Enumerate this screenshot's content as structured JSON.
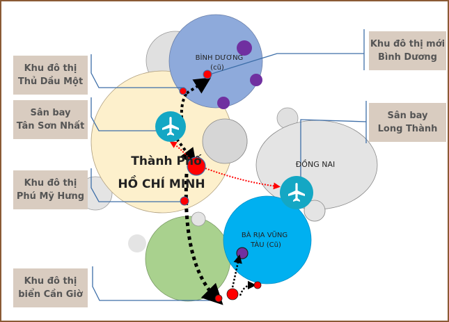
{
  "colors": {
    "border": "#8a5a34",
    "callout_bg": "#d9ccc0",
    "callout_text": "#555555",
    "leader_line": "#3d6ea8",
    "hcm_fill": "#fdf0cc",
    "binh_duong_fill": "#8eaadb",
    "dong_nai_fill": "#e4e4e4",
    "ba_ria_fill": "#00b0f0",
    "can_gio_fill": "#a9d18e",
    "grey_circle_fill": "#d9d9d9",
    "airport_fill": "#14a7c4",
    "node_red": "#ff0000",
    "node_purple": "#7030a0"
  },
  "callouts": {
    "thu_dau_mot": {
      "line1": "Khu đô thị",
      "line2": "Thủ Dầu Một"
    },
    "tan_son_nhat": {
      "line1": "Sân bay",
      "line2": "Tân Sơn Nhất"
    },
    "phu_my_hung": {
      "line1": "Khu đô thị",
      "line2": "Phú Mỹ Hưng"
    },
    "can_gio": {
      "line1": "Khu đô thị",
      "line2": "biển Cần Giờ"
    },
    "binh_duong_new": {
      "line1": "Khu đô thị mới",
      "line2": "Bình Dương"
    },
    "long_thanh": {
      "line1": "Sân bay",
      "line2": "Long Thành"
    }
  },
  "regions": {
    "hcm": {
      "line1": "Thành Phố",
      "line2": "HỒ CHÍ MINH"
    },
    "binh_duong": {
      "line1": "BÌNH DƯƠNG",
      "line2": "(cũ)"
    },
    "dong_nai": {
      "line1": "ĐỒNG NAI"
    },
    "ba_ria": {
      "line1": "BÀ RỊA VŨNG",
      "line2": "TÀU (Cũ)"
    }
  },
  "icons": {
    "airport": "airplane-icon"
  }
}
